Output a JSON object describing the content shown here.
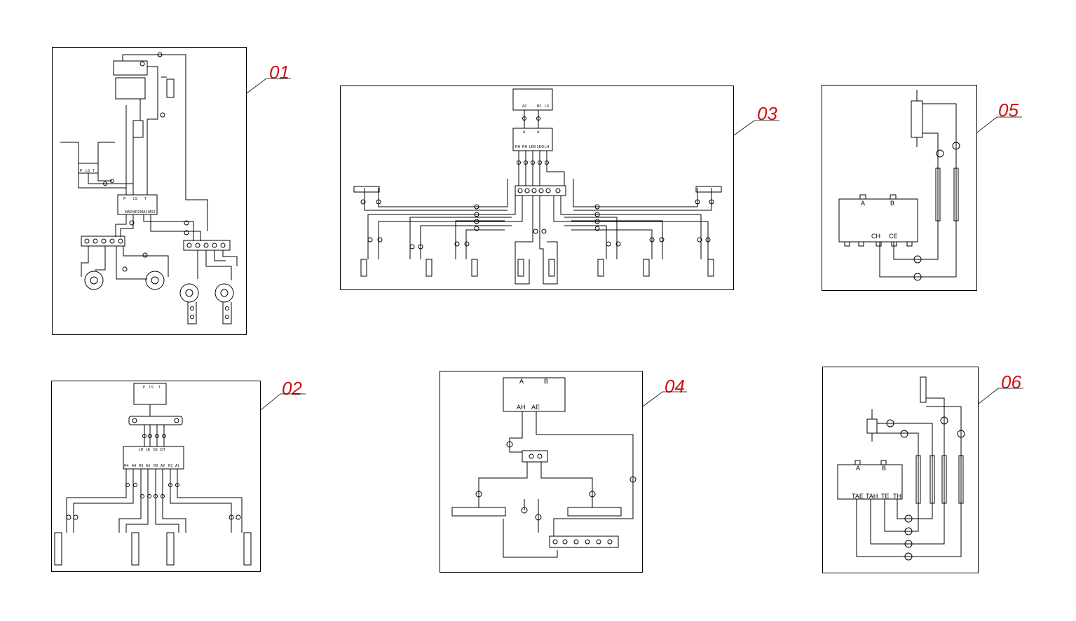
{
  "callouts": {
    "d01": "01",
    "d02": "02",
    "d03": "03",
    "d04": "04",
    "d05": "05",
    "d06": "06"
  },
  "d01": {
    "valve_ports_top": [
      "P",
      "LS",
      "T"
    ],
    "valve_ports_bottom": [
      "MA2",
      "MR2",
      "MA1",
      "MR1"
    ],
    "small_valve_ports": [
      "P",
      "LS",
      "T"
    ]
  },
  "d02": {
    "top_ports": [
      "P",
      "LS",
      "T"
    ],
    "mid_ports": [
      "LH",
      "LE",
      "CE",
      "CH"
    ],
    "bottom_ports": [
      "R4",
      "A4",
      "R3",
      "A3",
      "R2",
      "A2",
      "R1",
      "A1"
    ]
  },
  "d03": {
    "top_ports": [
      "A2",
      "B2",
      "LS"
    ],
    "mid_ports": [
      "A",
      "A"
    ],
    "bottom_ports": [
      "RH",
      "RH",
      "LEB",
      "LEO",
      "LH"
    ]
  },
  "d04": {
    "ports_top": [
      "A",
      "B"
    ],
    "ports_bottom": [
      "AH",
      "AE"
    ]
  },
  "d05": {
    "ports_top": [
      "A",
      "B"
    ],
    "ports_bottom": [
      "CH",
      "CE"
    ]
  },
  "d06": {
    "ports_top": [
      "A",
      "B"
    ],
    "ports_bottom": [
      "TAE",
      "TAH",
      "TE",
      "TH"
    ]
  },
  "colors": {
    "callout": "#d01010",
    "line": "#000000"
  }
}
